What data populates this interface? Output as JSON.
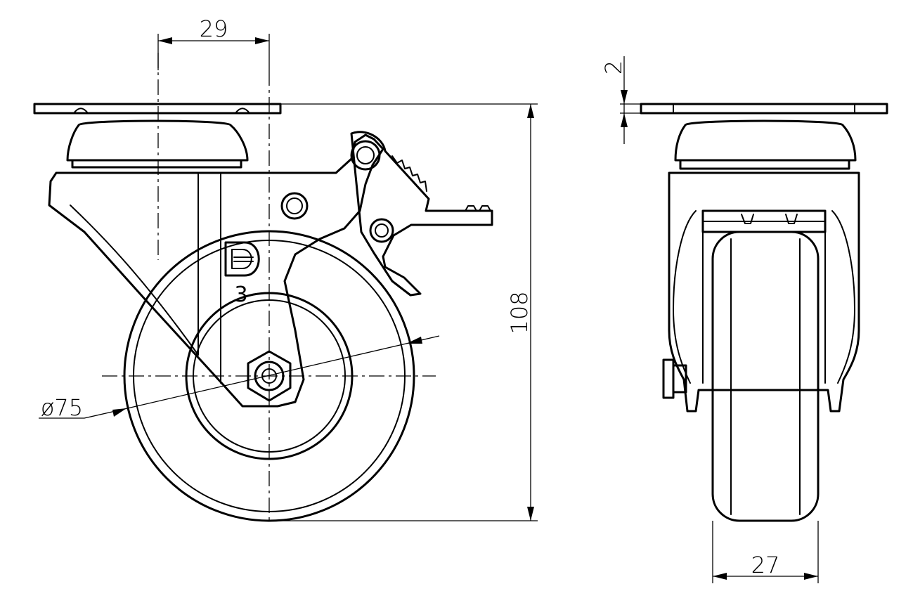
{
  "side_view": {
    "dim_top_offset": "29",
    "dim_diameter": "ø75",
    "dim_height": "108",
    "wheel_mark": "3"
  },
  "front_view": {
    "dim_plate_thickness": "2",
    "dim_wheel_width": "27"
  }
}
